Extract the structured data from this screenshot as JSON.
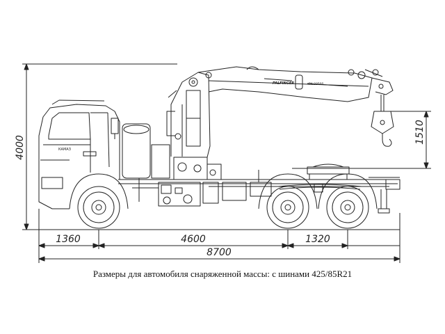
{
  "dimensions": {
    "height_total": "4000",
    "crane_clearance": "1510",
    "front_overhang": "1360",
    "wheelbase": "4600",
    "rear_axle_spacing": "1320",
    "length_total": "8700"
  },
  "crane_brand": "PALFINGER",
  "crane_model": "PK 23500",
  "caption": "Размеры для автомобиля снаряженной массы: с шинами 425/85R21",
  "colors": {
    "line": "#222222",
    "background": "#ffffff"
  }
}
